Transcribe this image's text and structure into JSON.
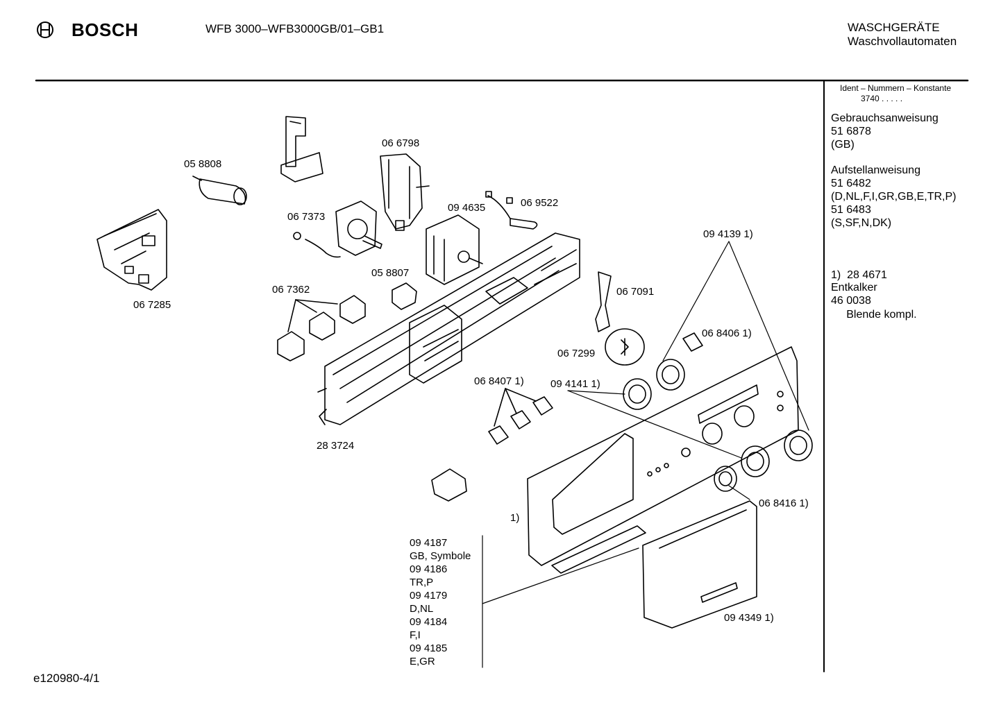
{
  "header": {
    "brand": "BOSCH",
    "model": "WFB 3000–WFB3000GB/01–GB1",
    "category_line1": "WASCHGERÄTE",
    "category_line2": "Waschvollautomaten"
  },
  "sidebar": {
    "ident_label": "Ident – Nummern – Konstante",
    "ident_value": "3740 . . . . .",
    "groups": [
      {
        "lines": [
          "Gebrauchsanweisung",
          "51 6878",
          "(GB)"
        ]
      },
      {
        "lines": [
          "Aufstellanweisung",
          "51 6482",
          "(D,NL,F,I,GR,GB,E,TR,P)",
          "51 6483",
          "(S,SF,N,DK)"
        ]
      },
      {
        "lines": [
          "1)  28 4671",
          "     Blende kompl."
        ]
      },
      {
        "lines": [
          "Entkalker",
          "46 0038"
        ]
      }
    ]
  },
  "callouts": {
    "c058808": "05 8808",
    "c066798": "06 6798",
    "c067373": "06 7373",
    "c094635": "09 4635",
    "c069522": "06 9522",
    "c067285": "06 7285",
    "c067362": "06 7362",
    "c058807": "05 8807",
    "c067091": "06 7091",
    "c094139": "09 4139 1)",
    "c068406": "06 8406 1)",
    "c067299": "06 7299",
    "c068407": "06 8407 1)",
    "c094141": "09 4141 1)",
    "c283724": "28 3724",
    "c068416": "06 8416 1)",
    "c_one": "1)",
    "c094349": "09 4349 1)"
  },
  "symbol_list": [
    "09 4187",
    "GB, Symbole",
    "09 4186",
    "TR,P",
    "09 4179",
    "D,NL",
    "09 4184",
    "F,I",
    "09 4185",
    "E,GR"
  ],
  "footer": {
    "drawing_id": "e120980-4/1"
  }
}
